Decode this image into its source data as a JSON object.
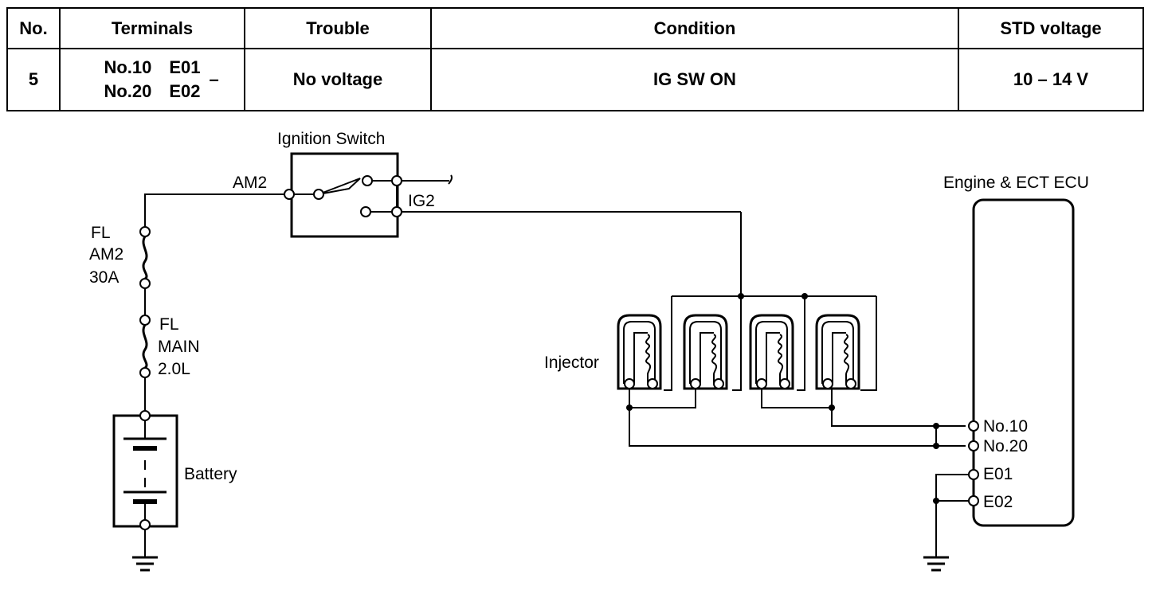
{
  "table": {
    "headers": [
      "No.",
      "Terminals",
      "Trouble",
      "Condition",
      "STD voltage"
    ],
    "row": {
      "no": "5",
      "terminals": [
        {
          "left": "No.10",
          "right": "E01"
        },
        {
          "left": "No.20",
          "right": "E02"
        }
      ],
      "terminal_separator": "–",
      "trouble": "No voltage",
      "condition": "IG SW ON",
      "std_voltage": "10 – 14 V"
    }
  },
  "diagram": {
    "ignition_switch_label": "Ignition Switch",
    "am2_terminal_label": "AM2",
    "ig2_terminal_label": "IG2",
    "fuse_am2": [
      "FL",
      "AM2",
      "30A"
    ],
    "fuse_main": [
      "FL",
      "MAIN",
      "2.0L"
    ],
    "battery_label": "Battery",
    "injector_label": "Injector",
    "ecu_label": "Engine & ECT ECU",
    "ecu_terminals": [
      "No.10",
      "No.20",
      "E01",
      "E02"
    ]
  }
}
